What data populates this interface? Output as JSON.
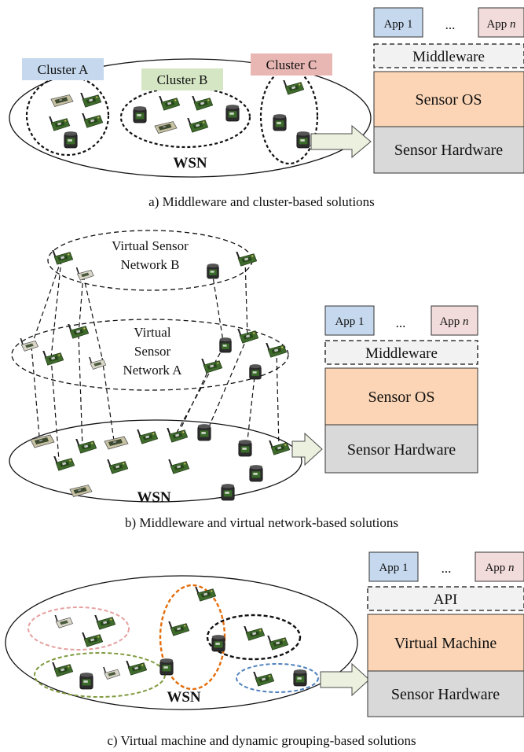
{
  "panel_a": {
    "caption": "a) Middleware and cluster-based solutions",
    "network_label": "WSN",
    "clusters": [
      {
        "label": "Cluster A",
        "color": "#c5d8ee"
      },
      {
        "label": "Cluster B",
        "color": "#d4e6c3"
      },
      {
        "label": "Cluster C",
        "color": "#e8b7b4"
      }
    ],
    "stack": {
      "apps": [
        "App 1",
        "...",
        "App n"
      ],
      "dashed_layer": "Middleware",
      "middle_layer": "Sensor OS",
      "bottom_layer": "Sensor Hardware"
    }
  },
  "panel_b": {
    "caption": "b) Middleware and virtual network-based solutions",
    "network_label": "WSN",
    "vsn_b": "Virtual Sensor\nNetwork B",
    "vsn_a": "Virtual\nSensor\nNetwork A",
    "stack": {
      "apps": [
        "App 1",
        "...",
        "App n"
      ],
      "dashed_layer": "Middleware",
      "middle_layer": "Sensor OS",
      "bottom_layer": "Sensor Hardware"
    }
  },
  "panel_c": {
    "caption": "c) Virtual machine and dynamic grouping-based solutions",
    "network_label": "WSN",
    "stack": {
      "apps": [
        "App 1",
        "...",
        "App n"
      ],
      "dashed_layer": "API",
      "middle_layer": "Virtual Machine",
      "bottom_layer": "Sensor Hardware"
    }
  },
  "colors": {
    "app1": "#c5d8ee",
    "appn": "#f2dcdb",
    "os_layer": "#fbd5b5",
    "hw_layer": "#d9d9d9",
    "dashed_layer": "#f2f2f2",
    "arrow": "#ebf1de",
    "group_pink": "#e6a0a0",
    "group_green": "#7f9a3e",
    "group_orange": "#e46c0a",
    "group_black": "#111111",
    "group_blue": "#4f81bd"
  }
}
